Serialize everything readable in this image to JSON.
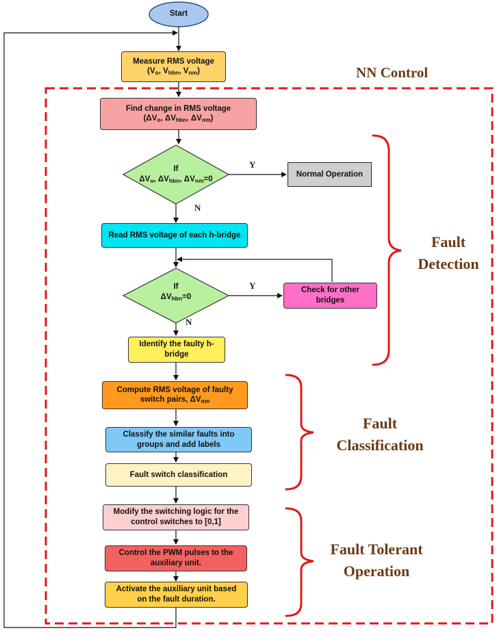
{
  "start": "Start",
  "measure": {
    "line1": "Measure RMS voltage",
    "l2_open": "(V",
    "s1": "o",
    "c1": ", V",
    "s2": "hbn",
    "c2": ", V",
    "s3": "nm",
    "l2_close": ")"
  },
  "nn_control": "NN Control",
  "find_change": {
    "line1": "Find change in RMS voltage",
    "l2_open": "(ΔV",
    "s1": "o",
    "c1": ", ΔV",
    "s2": "hbn",
    "c2": ", ΔV",
    "s3": "nm",
    "l2_close": ")"
  },
  "decision1": {
    "line1": "If",
    "p1": "ΔV",
    "s1": "o",
    "c1": ", ΔV",
    "s2": "hbn",
    "c2": ", ΔV",
    "s3": "nm",
    "tail": "=0"
  },
  "normal_operation": "Normal Operation",
  "read_rms": "Read RMS voltage of each h-bridge",
  "decision2": {
    "line1": "If",
    "p1": "ΔV",
    "s1": "hbn",
    "tail": "=0"
  },
  "check_other": "Check for other bridges",
  "identify_faulty": "Identify the faulty h-bridge",
  "compute_rms": {
    "line1": "Compute RMS voltage of faulty",
    "line2": "switch pairs, ΔV",
    "s1": "nm"
  },
  "classify": "Classify the similar faults into groups and add labels",
  "fault_switch": "Fault switch classification",
  "modify_logic": "Modify the switching logic for the control switches to [0,1]",
  "control_pwm": "Control the PWM  pulses to the auxiliary unit.",
  "activate_aux": "Activate the auxiliary unit based on the fault duration.",
  "labels": {
    "y": "Y",
    "n": "N"
  },
  "groups": {
    "detection": {
      "line1": "Fault",
      "line2": "Detection"
    },
    "classification": {
      "line1": "Fault",
      "line2": "Classification"
    },
    "tolerant": {
      "line1": "Fault Tolerant",
      "line2": "Operation"
    }
  },
  "colors": {
    "start": "#a8c8ef",
    "measure": "#ffd26a",
    "find": "#f7a3a3",
    "decision": "#b8f0a0",
    "normal": "#cfcfcf",
    "read": "#00e5f0",
    "check": "#ff6ec7",
    "identify": "#ffef5a",
    "compute": "#ff9a1f",
    "classify": "#7ec8f5",
    "fault_switch": "#fff3c4",
    "modify": "#fcd0d0",
    "pwm": "#f26060",
    "activate": "#ffd04a",
    "dashed": "#e0191a",
    "brace": "#e0191a",
    "group_text": "#6b3a12"
  }
}
